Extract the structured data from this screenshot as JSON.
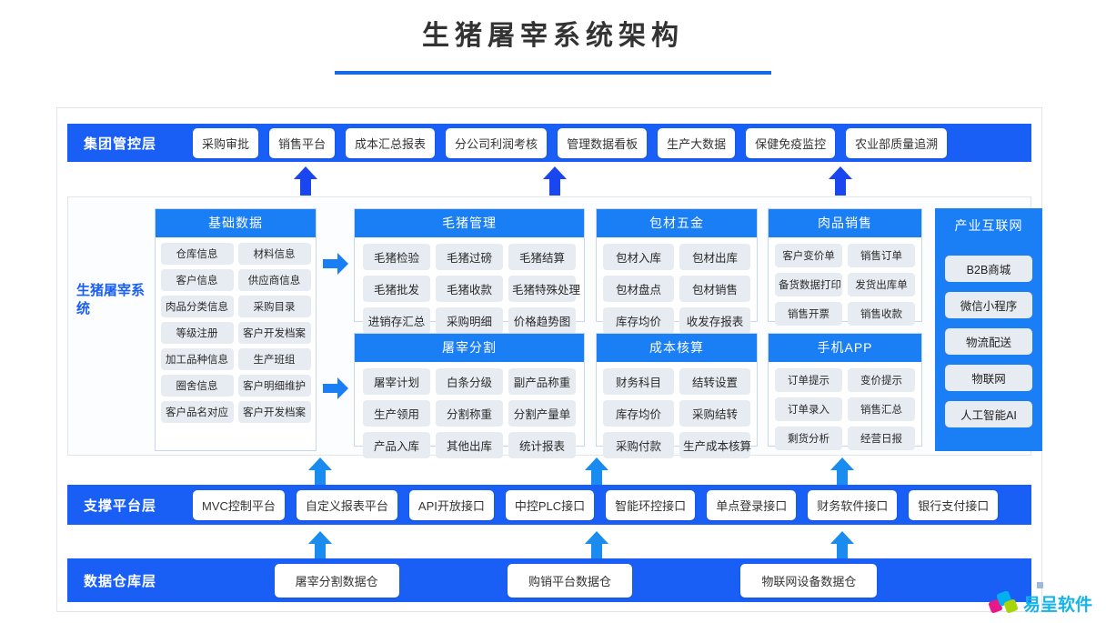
{
  "title": "生猪屠宰系统架构",
  "group_layer": {
    "label": "集团管控层",
    "items": [
      "采购审批",
      "销售平台",
      "成本汇总报表",
      "分公司利润考核",
      "管理数据看板",
      "生产大数据",
      "保健免疫监控",
      "农业部质量追溯"
    ]
  },
  "middle": {
    "system_label": "生猪屠宰系统",
    "panels": [
      {
        "id": "basic",
        "title": "基础数据",
        "items": [
          "仓库信息",
          "材料信息",
          "客户信息",
          "供应商信息",
          "肉品分类信息",
          "采购目录",
          "等级注册",
          "客户开发档案",
          "加工品种信息",
          "生产班组",
          "圈舍信息",
          "客户明细维护",
          "客户品名对应",
          "客户开发档案"
        ]
      },
      {
        "id": "hog",
        "title": "毛猪管理",
        "items": [
          "毛猪检验",
          "毛猪过磅",
          "毛猪结算",
          "毛猪批发",
          "毛猪收款",
          "毛猪特殊处理",
          "进销存汇总",
          "采购明细",
          "价格趋势图"
        ]
      },
      {
        "id": "slaughter",
        "title": "屠宰分割",
        "items": [
          "屠宰计划",
          "白条分级",
          "副产品称重",
          "生产领用",
          "分割称重",
          "分割产量单",
          "产品入库",
          "其他出库",
          "统计报表"
        ]
      },
      {
        "id": "pack",
        "title": "包材五金",
        "items": [
          "包材入库",
          "包材出库",
          "包材盘点",
          "包材销售",
          "库存均价",
          "收发存报表"
        ]
      },
      {
        "id": "cost",
        "title": "成本核算",
        "items": [
          "财务科目",
          "结转设置",
          "库存均价",
          "采购结转",
          "采购付款",
          "生产成本核算"
        ]
      },
      {
        "id": "meat",
        "title": "肉品销售",
        "items": [
          "客户变价单",
          "销售订单",
          "备货数据打印",
          "发货出库单",
          "销售开票",
          "销售收款"
        ]
      },
      {
        "id": "app",
        "title": "手机APP",
        "items": [
          "订单提示",
          "变价提示",
          "订单录入",
          "销售汇总",
          "剩货分析",
          "经营日报"
        ]
      }
    ],
    "internet_panel": {
      "title": "产业互联网",
      "items": [
        "B2B商城",
        "微信小程序",
        "物流配送",
        "物联网",
        "人工智能AI"
      ]
    }
  },
  "support_layer": {
    "label": "支撑平台层",
    "items": [
      "MVC控制平台",
      "自定义报表平台",
      "API开放接口",
      "中控PLC接口",
      "智能环控接口",
      "单点登录接口",
      "财务软件接口",
      "银行支付接口"
    ]
  },
  "warehouse_layer": {
    "label": "数据仓库层",
    "items": [
      "屠宰分割数据仓",
      "购销平台数据仓",
      "物联网设备数据仓"
    ]
  },
  "logo": {
    "text": "易呈软件"
  },
  "colors": {
    "brand_blue": "#1a5ff5",
    "panel_blue": "#1a7ef5",
    "cell_gray": "#e7ecf3",
    "logo_cyan": "#12b4ea"
  }
}
